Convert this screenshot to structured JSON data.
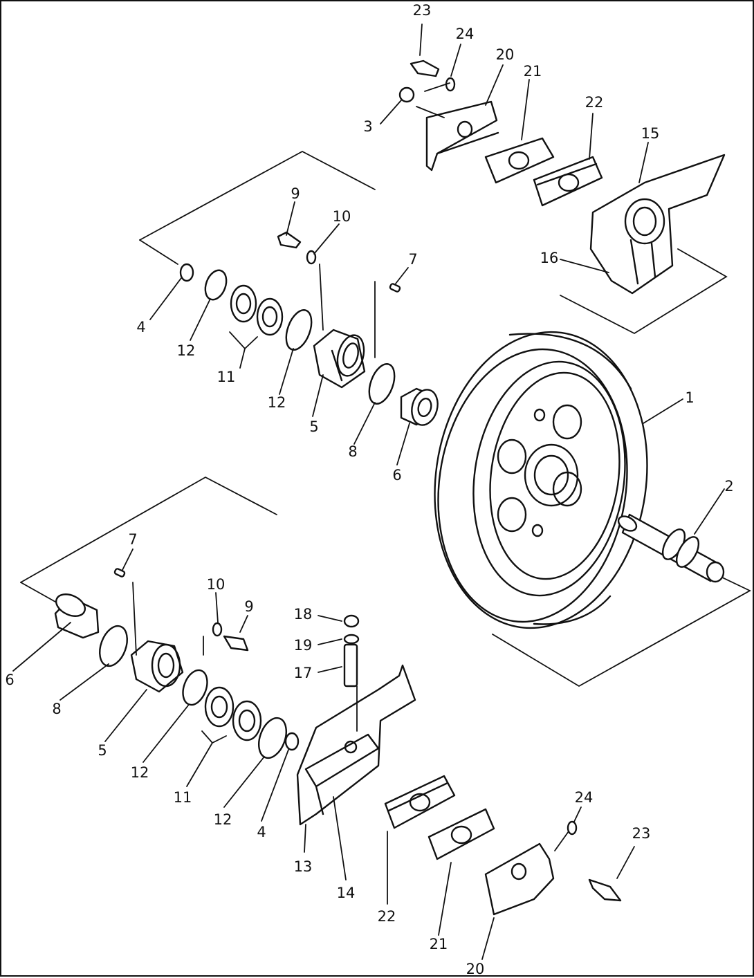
{
  "labels": {
    "p1": "1",
    "p2": "2",
    "p3": "3",
    "p4a": "4",
    "p4b": "4",
    "p5a": "5",
    "p5b": "5",
    "p6a": "6",
    "p6b": "6",
    "p7a": "7",
    "p7b": "7",
    "p8a": "8",
    "p8b": "8",
    "p9a": "9",
    "p9b": "9",
    "p10a": "10",
    "p10b": "10",
    "p11a": "11",
    "p11b": "11",
    "p12a": "12",
    "p12b": "12",
    "p12c": "12",
    "p12d": "12",
    "p13": "13",
    "p14": "14",
    "p15": "15",
    "p16": "16",
    "p17": "17",
    "p18": "18",
    "p19": "19",
    "p20a": "20",
    "p20b": "20",
    "p21a": "21",
    "p21b": "21",
    "p22a": "22",
    "p22b": "22",
    "p23a": "23",
    "p23b": "23",
    "p24a": "24",
    "p24b": "24"
  }
}
